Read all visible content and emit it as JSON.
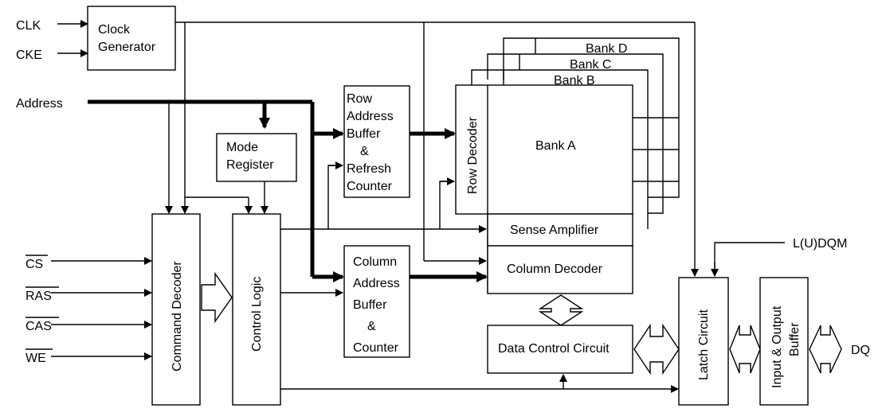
{
  "inputs": {
    "clk": "CLK",
    "cke": "CKE",
    "address": "Address",
    "cs": "CS",
    "ras": "RAS",
    "cas": "CAS",
    "we": "WE",
    "dqm": "L(U)DQM",
    "dq": "DQ"
  },
  "blocks": {
    "clock_gen": [
      "Clock",
      "Generator"
    ],
    "mode_reg": [
      "Mode",
      "Register"
    ],
    "row_buf": [
      "Row",
      "Address",
      "Buffer",
      "&",
      "Refresh",
      "Counter"
    ],
    "col_buf": [
      "Column",
      "Address",
      "Buffer",
      "&",
      "Counter"
    ],
    "command_decoder": "Command Decoder",
    "control_logic": "Control Logic",
    "row_decoder": "Row Decoder",
    "bank_a": "Bank A",
    "bank_b": "Bank B",
    "bank_c": "Bank C",
    "bank_d": "Bank D",
    "sense_amp": "Sense Amplifier",
    "col_decoder": "Column Decoder",
    "data_control": "Data Control Circuit",
    "latch": "Latch Circuit",
    "io_buffer": [
      "Input & Output",
      "Buffer"
    ]
  }
}
